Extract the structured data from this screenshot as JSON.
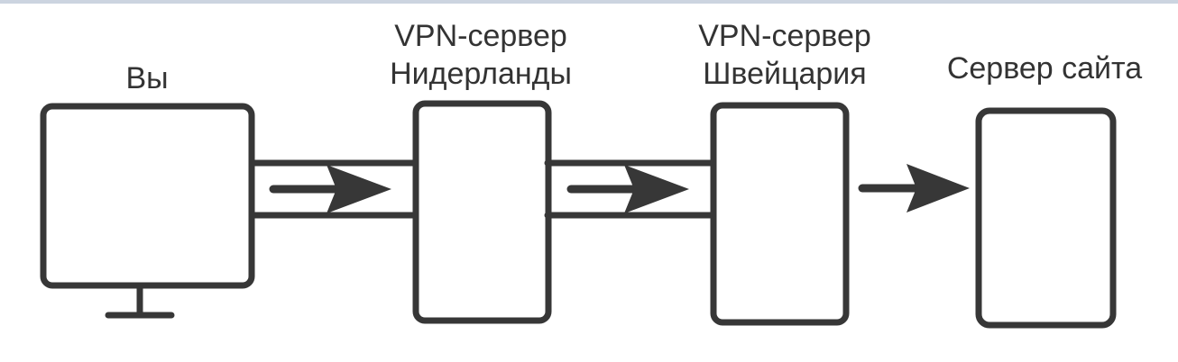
{
  "diagram": {
    "title_present": false,
    "background_color": "#ffffff",
    "stroke_color": "#373737",
    "text_color": "#333333",
    "top_band_color": "#ccd4e0",
    "nodes": [
      {
        "id": "user",
        "kind": "monitor",
        "label_lines": [
          "Вы"
        ],
        "label_line1": "Вы",
        "label_line2": ""
      },
      {
        "id": "vpn-netherlands",
        "kind": "server-box",
        "label_lines": [
          "VPN-сервер",
          "Нидерланды"
        ],
        "label_line1": "VPN-сервер",
        "label_line2": "Нидерланды"
      },
      {
        "id": "vpn-switzerland",
        "kind": "server-box",
        "label_lines": [
          "VPN-сервер",
          "Швейцария"
        ],
        "label_line1": "VPN-сервер",
        "label_line2": "Швейцария"
      },
      {
        "id": "website-server",
        "kind": "server-box",
        "label_lines": [
          "Сервер сайта"
        ],
        "label_line1": "Сервер сайта",
        "label_line2": ""
      }
    ],
    "connectors": [
      {
        "id": "tunnel-1",
        "from": "user",
        "to": "vpn-netherlands",
        "style": "tunnel-with-arrow",
        "icon": "right-arrow-icon"
      },
      {
        "id": "tunnel-2",
        "from": "vpn-netherlands",
        "to": "vpn-switzerland",
        "style": "tunnel-with-arrow",
        "icon": "right-arrow-icon"
      },
      {
        "id": "plain-arrow",
        "from": "vpn-switzerland",
        "to": "website-server",
        "style": "plain-arrow",
        "icon": "right-arrow-icon"
      }
    ]
  }
}
